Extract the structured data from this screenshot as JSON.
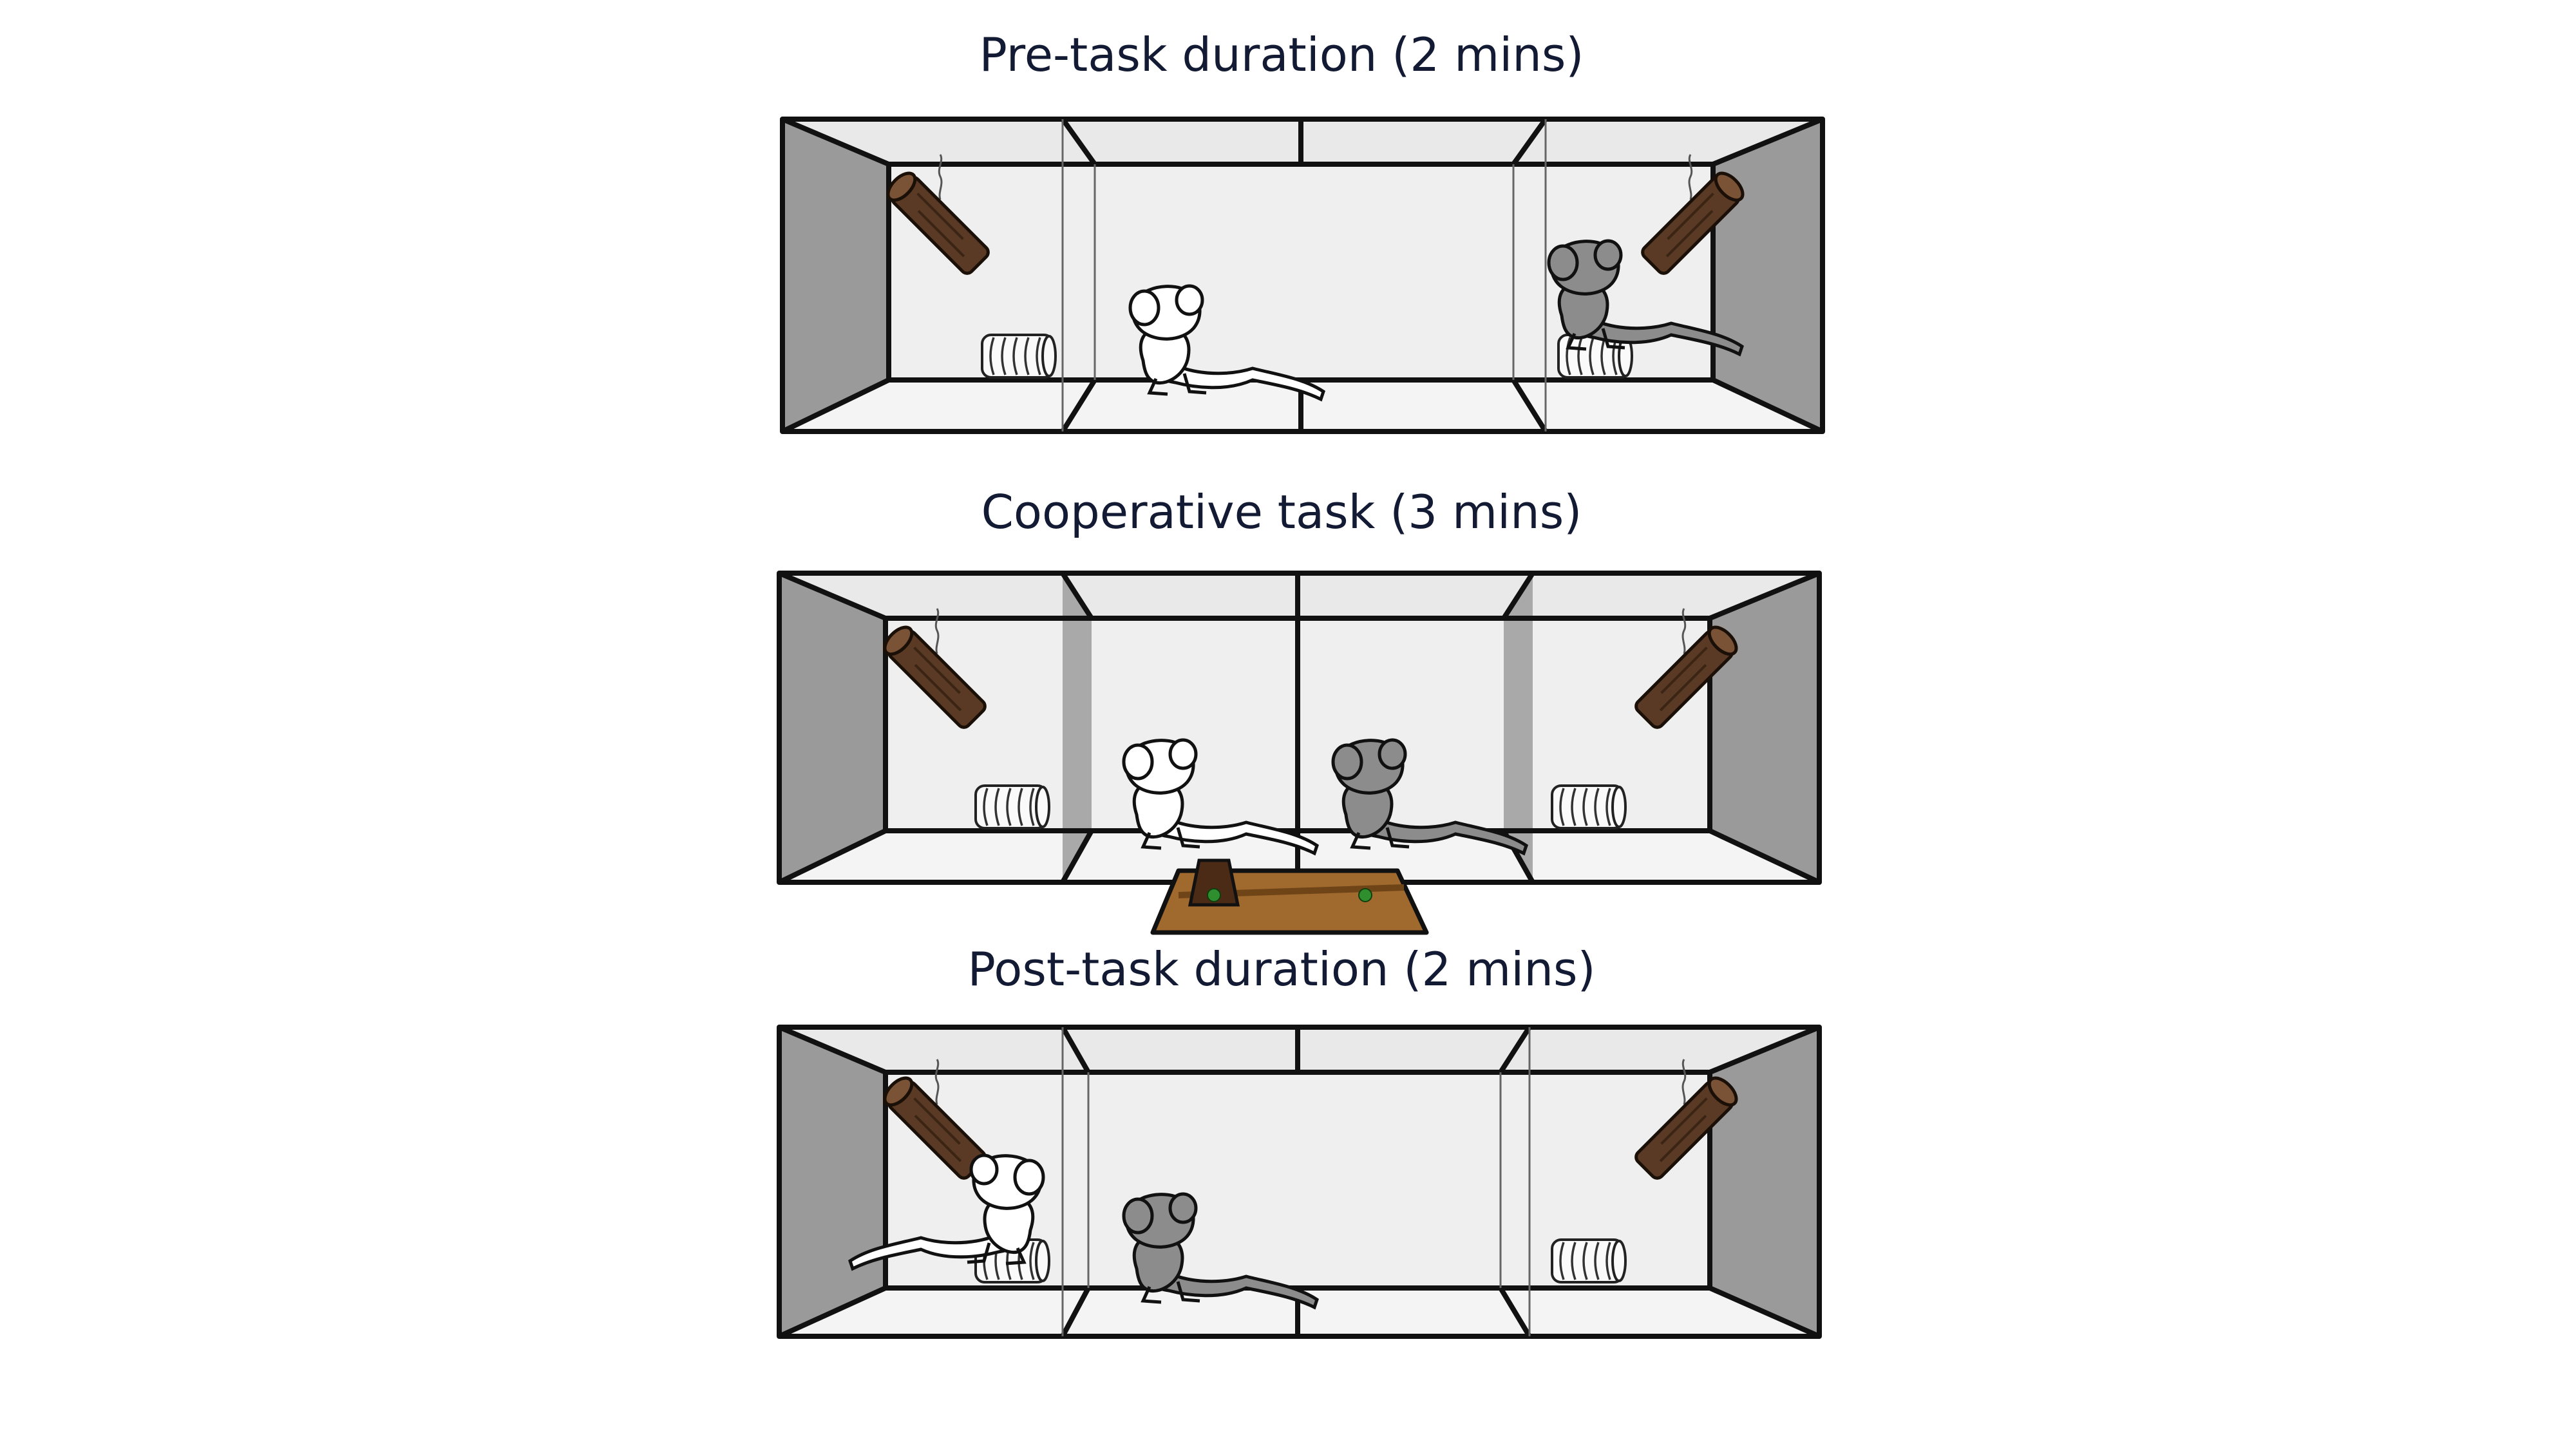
{
  "panels": [
    {
      "title": "Pre-task duration (2 mins)",
      "phase": "pre-task",
      "marmosets": [
        {
          "fur": "white",
          "compartment": "center"
        },
        {
          "fur": "grey",
          "compartment": "right"
        }
      ],
      "center_divider": false,
      "task_apparatus": false
    },
    {
      "title": "Cooperative task (3 mins)",
      "phase": "cooperative-task",
      "marmosets": [
        {
          "fur": "white",
          "compartment": "center-left"
        },
        {
          "fur": "grey",
          "compartment": "center-right"
        }
      ],
      "center_divider": true,
      "task_apparatus": true
    },
    {
      "title": "Post-task duration (2 mins)",
      "phase": "post-task",
      "marmosets": [
        {
          "fur": "white",
          "compartment": "left"
        },
        {
          "fur": "grey",
          "compartment": "center"
        }
      ],
      "center_divider": false,
      "task_apparatus": false
    }
  ],
  "colors": {
    "end_wall": "#9a9a9a",
    "glass": "#efefef",
    "frame": "#111111",
    "log": "#5a3a24",
    "white_marmoset": "#ffffff",
    "grey_marmoset": "#8c8c8c",
    "board": "#a0692e",
    "reward": "#2f8f2f"
  },
  "icons": [
    "enclosure-icon",
    "hanging-log-icon",
    "tube-icon",
    "marmoset-icon",
    "pulling-board-icon"
  ]
}
